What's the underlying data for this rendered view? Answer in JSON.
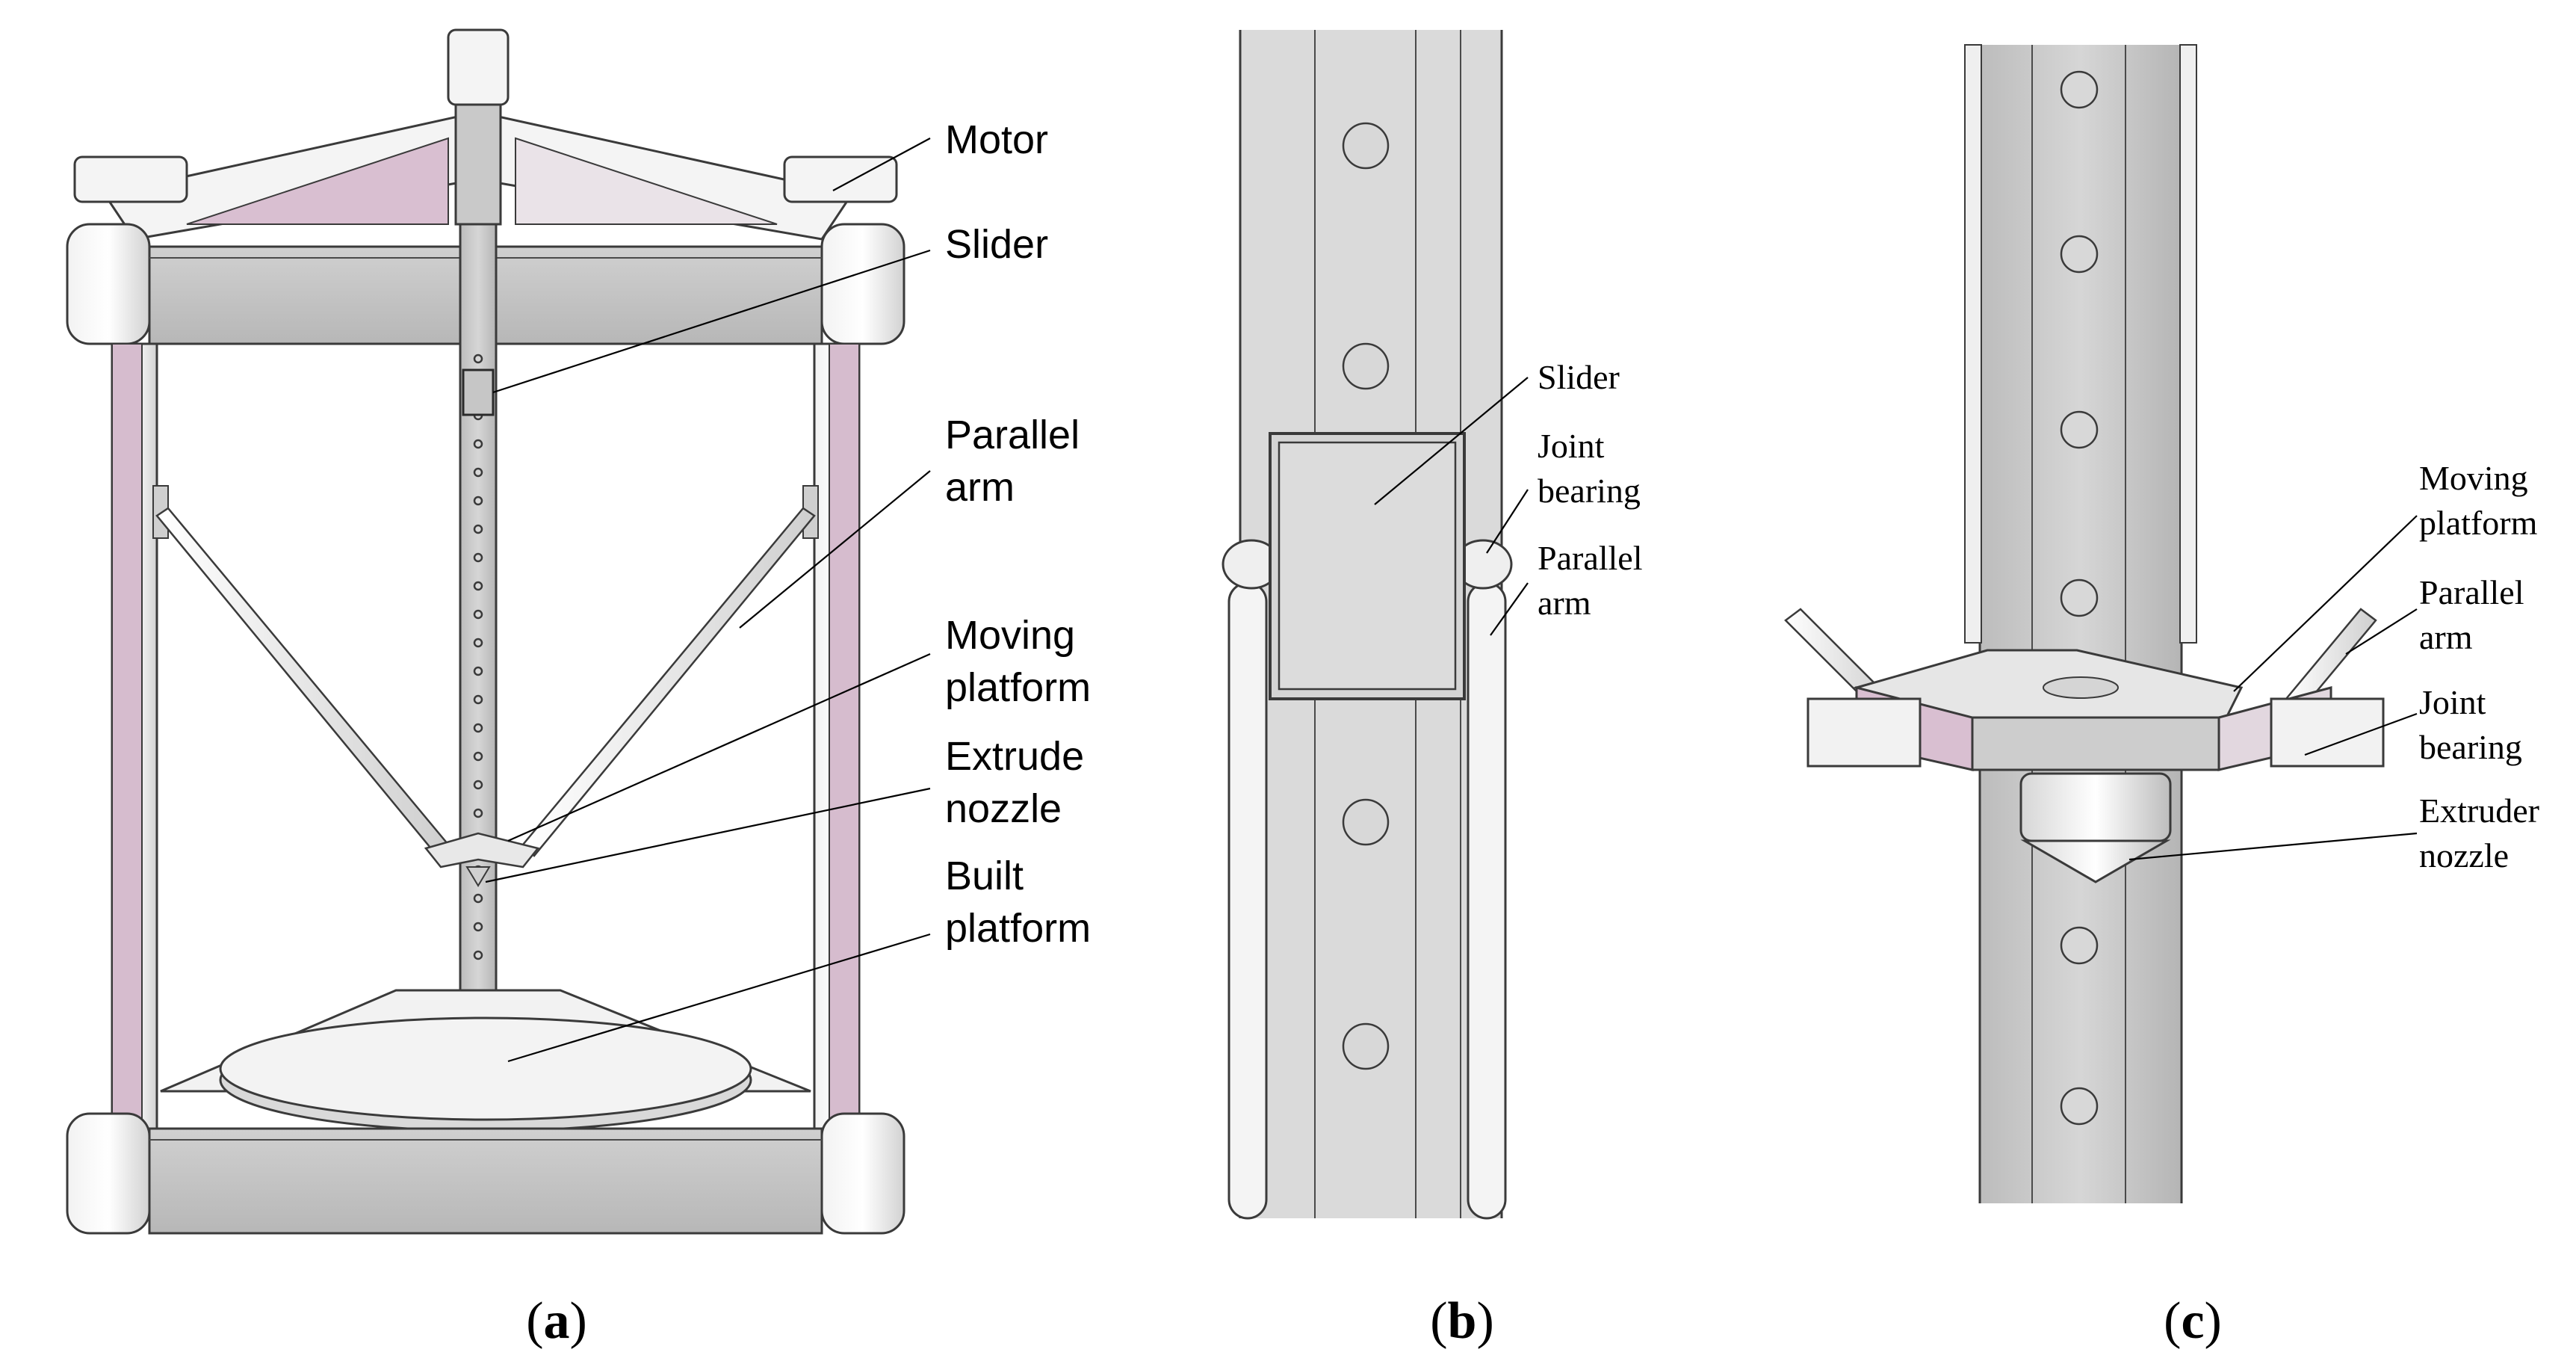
{
  "panel_a": {
    "labels": {
      "motor": "Motor",
      "slider": "Slider",
      "parallel_arm_1": "Parallel",
      "parallel_arm_2": "arm",
      "moving_platform_1": "Moving",
      "moving_platform_2": "platform",
      "extrude_nozzle_1": "Extrude",
      "extrude_nozzle_2": "nozzle",
      "built_platform_1": "Built",
      "built_platform_2": "platform"
    },
    "caption_open": "(",
    "caption_letter": "a",
    "caption_close": ")"
  },
  "panel_b": {
    "labels": {
      "slider": "Slider",
      "joint_bearing_1": "Joint",
      "joint_bearing_2": "bearing",
      "parallel_arm_1": "Parallel",
      "parallel_arm_2": "arm"
    },
    "caption_open": "(",
    "caption_letter": "b",
    "caption_close": ")"
  },
  "panel_c": {
    "labels": {
      "moving_platform_1": "Moving",
      "moving_platform_2": "platform",
      "parallel_arm_1": "Parallel",
      "parallel_arm_2": "arm",
      "joint_bearing_1": "Joint",
      "joint_bearing_2": "bearing",
      "extruder_nozzle_1": "Extruder",
      "extruder_nozzle_2": "nozzle"
    },
    "caption_open": "(",
    "caption_letter": "c",
    "caption_close": ")"
  },
  "colors": {
    "frame_gray": "#c8c8c8",
    "frame_dark": "#a9a9a9",
    "frame_light": "#e6e6e6",
    "pink_panel": "#d4b8cc",
    "rail_gray": "#c4c4c4",
    "rail_light": "#dcdcdc",
    "outline": "#3a3a3a"
  }
}
